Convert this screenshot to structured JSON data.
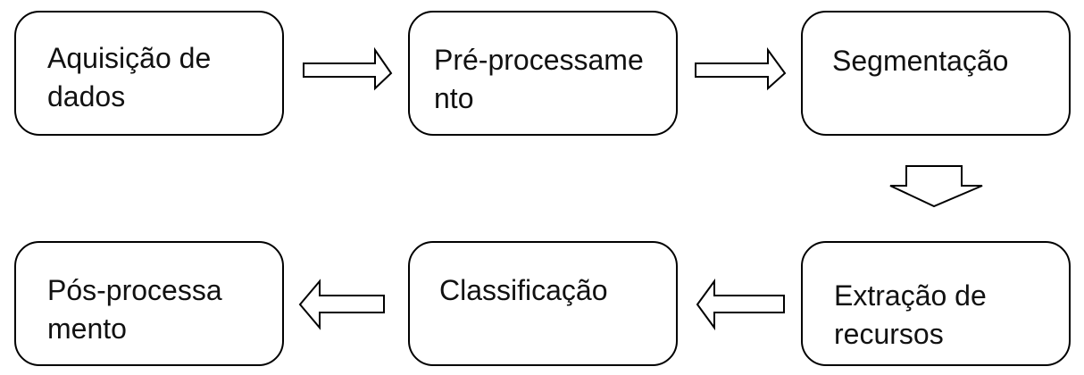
{
  "diagram": {
    "steps": [
      {
        "id": "aquisicao",
        "label": "Aquisição de\ndados"
      },
      {
        "id": "pre-processamento",
        "label": "Pré-processame\nnto"
      },
      {
        "id": "segmentacao",
        "label": "Segmentação"
      },
      {
        "id": "extracao",
        "label": "Extração de\nrecursos"
      },
      {
        "id": "classificacao",
        "label": "Classificação"
      },
      {
        "id": "pos-processamento",
        "label": "Pós-processa\nmento"
      }
    ],
    "connections": [
      {
        "from": "aquisicao",
        "to": "pre-processamento"
      },
      {
        "from": "pre-processamento",
        "to": "segmentacao"
      },
      {
        "from": "segmentacao",
        "to": "extracao"
      },
      {
        "from": "extracao",
        "to": "classificacao"
      },
      {
        "from": "classificacao",
        "to": "pos-processamento"
      }
    ],
    "colors": {
      "stroke": "#000000",
      "fill": "#ffffff",
      "text": "#111111"
    }
  }
}
